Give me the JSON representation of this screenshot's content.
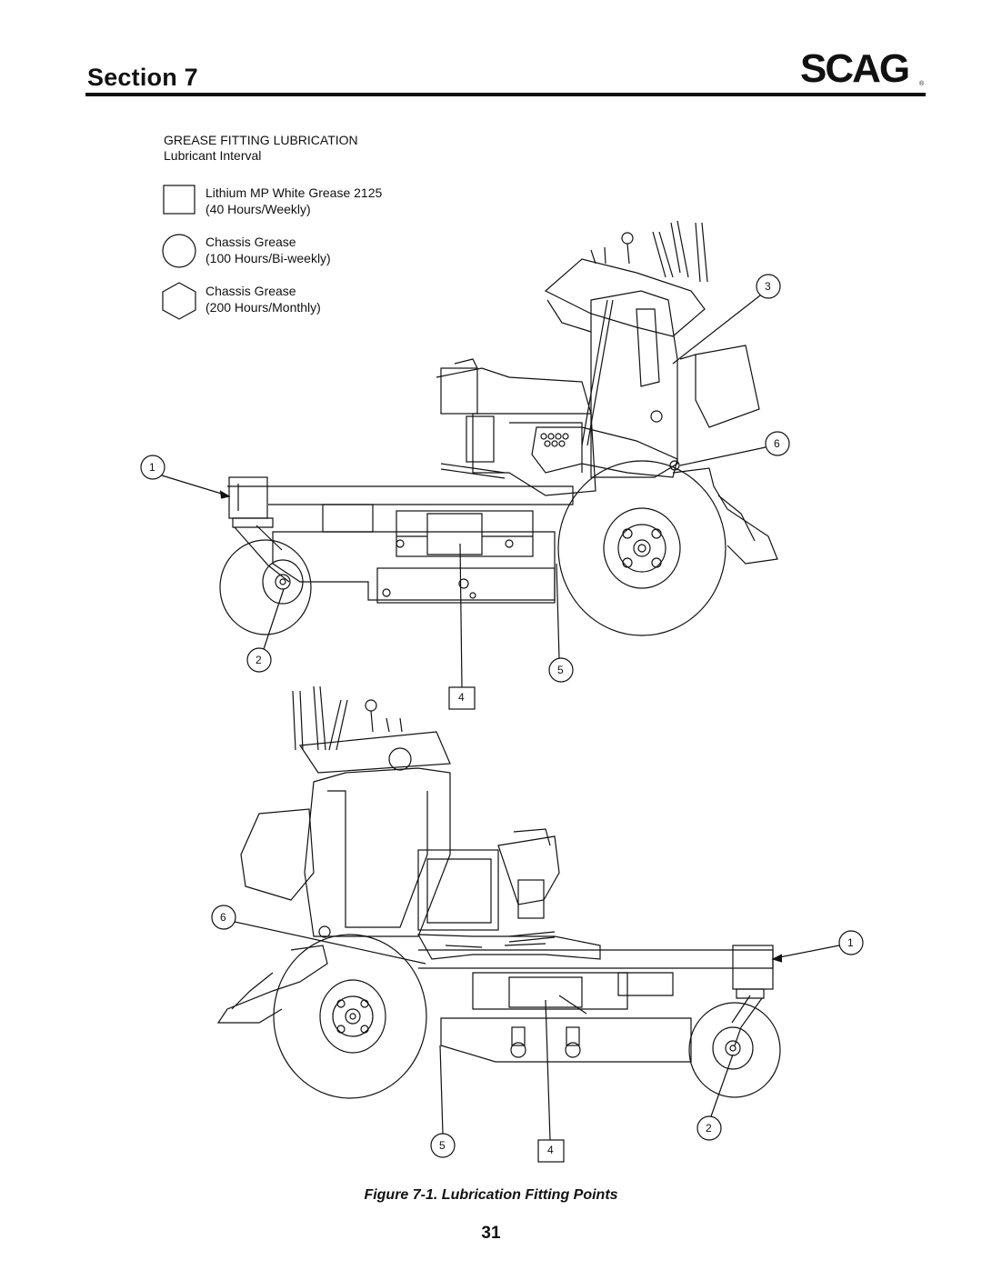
{
  "header": {
    "section_title": "Section 7",
    "brand": "SCAG",
    "brand_mark": "®"
  },
  "legend": {
    "title": "GREASE FITTING LUBRICATION",
    "subtitle": "Lubricant Interval",
    "items": [
      {
        "shape": "square",
        "line1": "Lithium MP White Grease 2125",
        "line2": "(40 Hours/Weekly)"
      },
      {
        "shape": "circle",
        "line1": "Chassis Grease",
        "line2": "(100 Hours/Bi-weekly)"
      },
      {
        "shape": "hexagon",
        "line1": "Chassis Grease",
        "line2": "(200 Hours/Monthly)"
      }
    ]
  },
  "callouts": {
    "top": [
      "1",
      "2",
      "3",
      "4",
      "5",
      "6"
    ],
    "bottom": [
      "1",
      "2",
      "4",
      "5",
      "6"
    ]
  },
  "figure": {
    "caption": "Figure 7-1. Lubrication Fitting Points"
  },
  "footer": {
    "page_number": "31"
  }
}
